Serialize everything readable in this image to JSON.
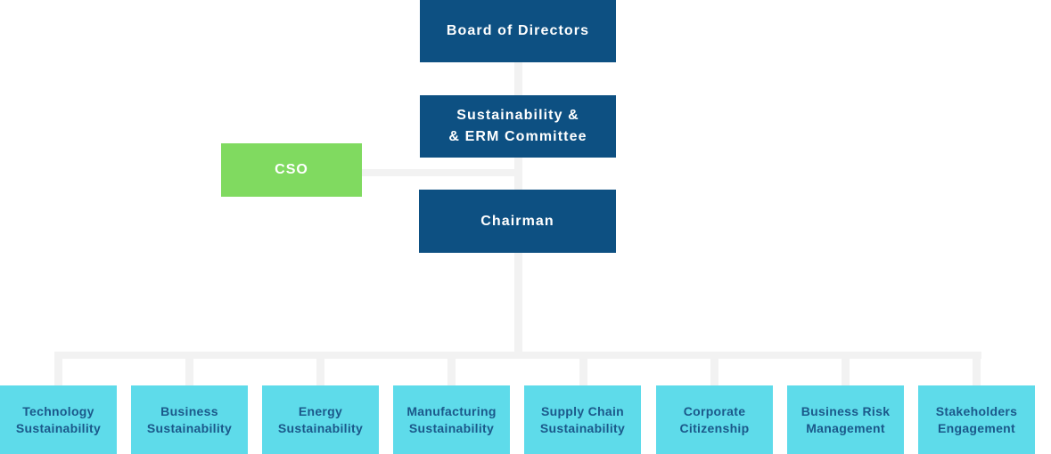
{
  "diagram": {
    "type": "org-chart",
    "nodes": {
      "board": {
        "label": "Board of Directors"
      },
      "committee": {
        "label": "Sustainability &\n& ERM Committee"
      },
      "cso": {
        "label": "CSO"
      },
      "chairman": {
        "label": "Chairman"
      }
    },
    "departments": [
      {
        "label": "Technology\nSustainability"
      },
      {
        "label": "Business\nSustainability"
      },
      {
        "label": "Energy\nSustainability"
      },
      {
        "label": "Manufacturing\nSustainability"
      },
      {
        "label": "Supply Chain\nSustainability"
      },
      {
        "label": "Corporate\nCitizenship"
      },
      {
        "label": "Business Risk\nManagement"
      },
      {
        "label": "Stakeholders\nEngagement"
      }
    ]
  },
  "colors": {
    "primary_blue": "#0d5082",
    "green": "#80da60",
    "cyan": "#5edbea",
    "connector": "#f2f2f2",
    "dept_text": "#1b588a",
    "node_text": "#ffffff"
  }
}
